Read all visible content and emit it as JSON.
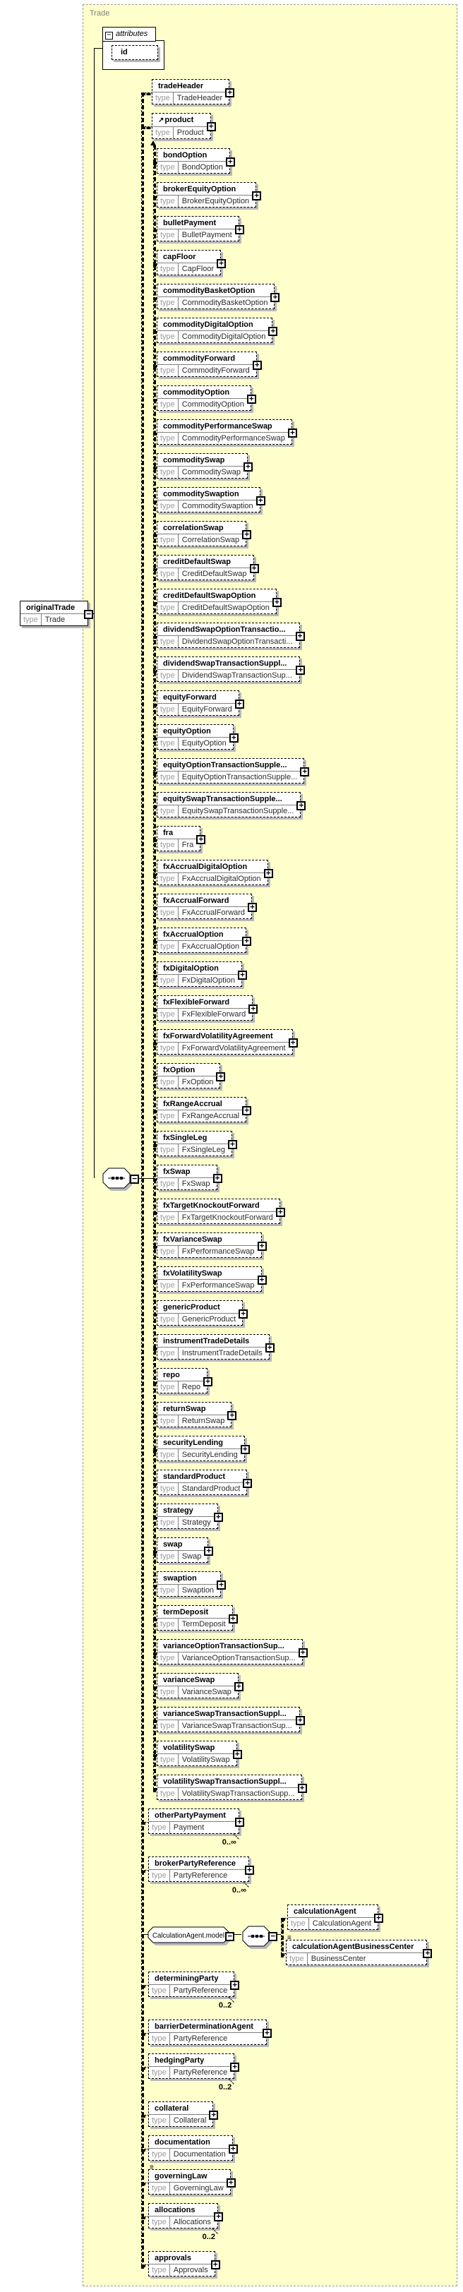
{
  "labels": {
    "type": "type"
  },
  "icons": {
    "plus_icon": "+",
    "minus_icon": "−",
    "annotation_icon": "≡",
    "substitution_head_icon": "↗",
    "sequence_icon": "sequence-dots"
  },
  "colors": {
    "container_fill": "#FFFFCB",
    "container_border": "#9B9B9B",
    "container_label": "#808080",
    "box_border": "#000000",
    "box_shadow": "#B9B9B9",
    "type_label_gray": "#9A9A9A",
    "type_value": "#2B2B2B"
  },
  "diagram": {
    "container_label": "Trade",
    "attributes": {
      "label": "attributes",
      "items": [
        {
          "name": "id"
        }
      ]
    },
    "root_element": {
      "name": "originalTrade",
      "type": "Trade"
    },
    "group": {
      "name": "CalculationAgent.model",
      "children": [
        {
          "name": "calculationAgent",
          "type": "CalculationAgent"
        },
        {
          "name": "calculationAgentBusinessCenter",
          "type": "BusinessCenter",
          "annotated": true
        }
      ]
    },
    "elements": [
      {
        "name": "tradeHeader",
        "type": "TradeHeader",
        "role": "child"
      },
      {
        "name": "product",
        "type": "Product",
        "role": "child",
        "subst_head": true
      },
      {
        "name": "bondOption",
        "type": "BondOption",
        "role": "subst"
      },
      {
        "name": "brokerEquityOption",
        "type": "BrokerEquityOption",
        "role": "subst"
      },
      {
        "name": "bulletPayment",
        "type": "BulletPayment",
        "role": "subst"
      },
      {
        "name": "capFloor",
        "type": "CapFloor",
        "role": "subst"
      },
      {
        "name": "commodityBasketOption",
        "type": "CommodityBasketOption",
        "role": "subst"
      },
      {
        "name": "commodityDigitalOption",
        "type": "CommodityDigitalOption",
        "role": "subst"
      },
      {
        "name": "commodityForward",
        "type": "CommodityForward",
        "role": "subst"
      },
      {
        "name": "commodityOption",
        "type": "CommodityOption",
        "role": "subst"
      },
      {
        "name": "commodityPerformanceSwap",
        "type": "CommodityPerformanceSwap",
        "role": "subst"
      },
      {
        "name": "commoditySwap",
        "type": "CommoditySwap",
        "role": "subst"
      },
      {
        "name": "commoditySwaption",
        "type": "CommoditySwaption",
        "role": "subst"
      },
      {
        "name": "correlationSwap",
        "type": "CorrelationSwap",
        "role": "subst"
      },
      {
        "name": "creditDefaultSwap",
        "type": "CreditDefaultSwap",
        "role": "subst"
      },
      {
        "name": "creditDefaultSwapOption",
        "type": "CreditDefaultSwapOption",
        "role": "subst"
      },
      {
        "name": "dividendSwapOptionTransactio...",
        "type": "DividendSwapOptionTransacti...",
        "role": "subst"
      },
      {
        "name": "dividendSwapTransactionSuppl...",
        "type": "DividendSwapTransactionSup...",
        "role": "subst"
      },
      {
        "name": "equityForward",
        "type": "EquityForward",
        "role": "subst"
      },
      {
        "name": "equityOption",
        "type": "EquityOption",
        "role": "subst"
      },
      {
        "name": "equityOptionTransactionSupple...",
        "type": "EquityOptionTransactionSupple...",
        "role": "subst"
      },
      {
        "name": "equitySwapTransactionSupple...",
        "type": "EquitySwapTransactionSupple...",
        "role": "subst"
      },
      {
        "name": "fra",
        "type": "Fra",
        "role": "subst"
      },
      {
        "name": "fxAccrualDigitalOption",
        "type": "FxAccrualDigitalOption",
        "role": "subst"
      },
      {
        "name": "fxAccrualForward",
        "type": "FxAccrualForward",
        "role": "subst"
      },
      {
        "name": "fxAccrualOption",
        "type": "FxAccrualOption",
        "role": "subst"
      },
      {
        "name": "fxDigitalOption",
        "type": "FxDigitalOption",
        "role": "subst"
      },
      {
        "name": "fxFlexibleForward",
        "type": "FxFlexibleForward",
        "role": "subst"
      },
      {
        "name": "fxForwardVolatilityAgreement",
        "type": "FxForwardVolatilityAgreement",
        "role": "subst"
      },
      {
        "name": "fxOption",
        "type": "FxOption",
        "role": "subst"
      },
      {
        "name": "fxRangeAccrual",
        "type": "FxRangeAccrual",
        "role": "subst"
      },
      {
        "name": "fxSingleLeg",
        "type": "FxSingleLeg",
        "role": "subst"
      },
      {
        "name": "fxSwap",
        "type": "FxSwap",
        "role": "subst"
      },
      {
        "name": "fxTargetKnockoutForward",
        "type": "FxTargetKnockoutForward",
        "role": "subst"
      },
      {
        "name": "fxVarianceSwap",
        "type": "FxPerformanceSwap",
        "role": "subst"
      },
      {
        "name": "fxVolatilitySwap",
        "type": "FxPerformanceSwap",
        "role": "subst"
      },
      {
        "name": "genericProduct",
        "type": "GenericProduct",
        "role": "subst"
      },
      {
        "name": "instrumentTradeDetails",
        "type": "InstrumentTradeDetails",
        "role": "subst"
      },
      {
        "name": "repo",
        "type": "Repo",
        "role": "subst"
      },
      {
        "name": "returnSwap",
        "type": "ReturnSwap",
        "role": "subst"
      },
      {
        "name": "securityLending",
        "type": "SecurityLending",
        "role": "subst"
      },
      {
        "name": "standardProduct",
        "type": "StandardProduct",
        "role": "subst"
      },
      {
        "name": "strategy",
        "type": "Strategy",
        "role": "subst"
      },
      {
        "name": "swap",
        "type": "Swap",
        "role": "subst"
      },
      {
        "name": "swaption",
        "type": "Swaption",
        "role": "subst"
      },
      {
        "name": "termDeposit",
        "type": "TermDeposit",
        "role": "subst"
      },
      {
        "name": "varianceOptionTransactionSup...",
        "type": "VarianceOptionTransactionSup...",
        "role": "subst"
      },
      {
        "name": "varianceSwap",
        "type": "VarianceSwap",
        "role": "subst"
      },
      {
        "name": "varianceSwapTransactionSuppl...",
        "type": "VarianceSwapTransactionSup...",
        "role": "subst"
      },
      {
        "name": "volatilitySwap",
        "type": "VolatilitySwap",
        "role": "subst"
      },
      {
        "name": "volatilitySwapTransactionSuppl...",
        "type": "VolatilitySwapTransactionSupp...",
        "role": "subst"
      },
      {
        "name": "otherPartyPayment",
        "type": "Payment",
        "role": "child",
        "occurs": "0..∞"
      },
      {
        "name": "brokerPartyReference",
        "type": "PartyReference",
        "role": "child",
        "occurs": "0..∞"
      },
      {
        "role": "group-cluster"
      },
      {
        "name": "determiningParty",
        "type": "PartyReference",
        "role": "child",
        "occurs": "0..2"
      },
      {
        "name": "barrierDeterminationAgent",
        "type": "PartyReference",
        "role": "child"
      },
      {
        "name": "hedgingParty",
        "type": "PartyReference",
        "role": "child",
        "occurs": "0..2"
      },
      {
        "name": "collateral",
        "type": "Collateral",
        "role": "child"
      },
      {
        "name": "documentation",
        "type": "Documentation",
        "role": "child"
      },
      {
        "name": "governingLaw",
        "type": "GoverningLaw",
        "role": "child",
        "annotated": true
      },
      {
        "name": "allocations",
        "type": "Allocations",
        "role": "child",
        "occurs": "0..2"
      },
      {
        "name": "approvals",
        "type": "Approvals",
        "role": "child"
      }
    ]
  }
}
